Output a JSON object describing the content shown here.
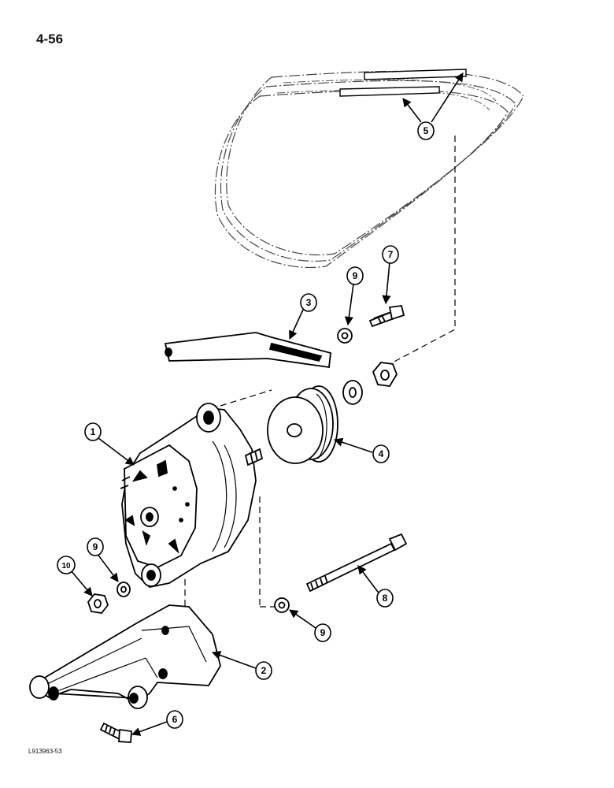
{
  "page": {
    "number": "4-56",
    "figure_ref": "L913963-53"
  },
  "callouts": [
    {
      "id": "1",
      "part": "alternator"
    },
    {
      "id": "2",
      "part": "mounting-bracket"
    },
    {
      "id": "3",
      "part": "adjusting-strap"
    },
    {
      "id": "4",
      "part": "pulley"
    },
    {
      "id": "5",
      "part": "drive-belts"
    },
    {
      "id": "6",
      "part": "capscrew"
    },
    {
      "id": "7",
      "part": "capscrew"
    },
    {
      "id": "8",
      "part": "bolt"
    },
    {
      "id": "9",
      "part": "washer"
    },
    {
      "id": "9",
      "part": "washer"
    },
    {
      "id": "9",
      "part": "washer"
    },
    {
      "id": "10",
      "part": "nut"
    }
  ]
}
